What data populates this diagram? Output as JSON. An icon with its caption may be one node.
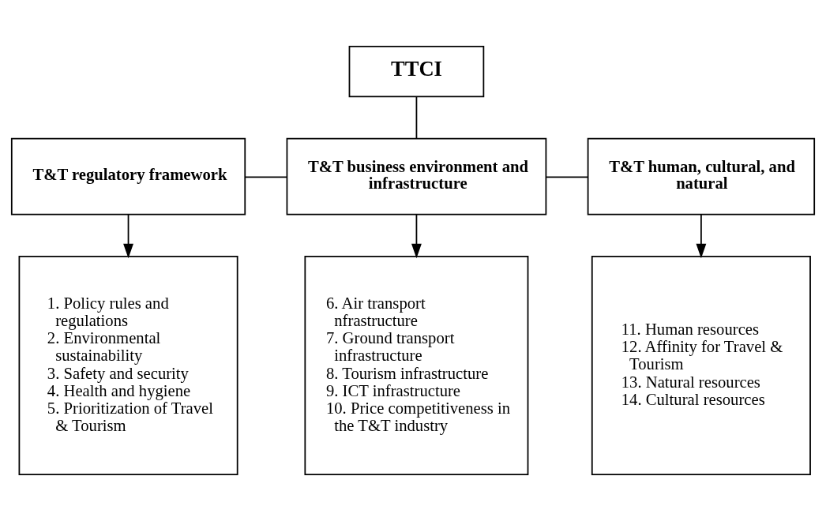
{
  "diagram": {
    "nodes": [
      {
        "text": [
          "TTCI"
        ]
      },
      {
        "text": [
          "T&T regulatory framework"
        ]
      },
      {
        "text": [
          "T&T business environment and infrastructure"
        ]
      },
      {
        "text": [
          "T&T human, cultural, and natural"
        ]
      },
      {
        "text": [
          "1. Policy rules and regulations",
          "2. Environmental sustainability",
          "3. Safety and security",
          "4. Health and hygiene",
          "5. Prioritization of Travel & Tourism"
        ]
      },
      {
        "text": [
          "6. Air transport nfrastructure",
          "7. Ground transport infrastructure",
          "8. Tourism infrastructure",
          "9. ICT infrastructure",
          "10. Price competitiveness in the T&T industry"
        ]
      },
      {
        "text": [
          "11. Human resources",
          "12. Affinity for Travel & Tourism",
          "13. Natural resources",
          "14. Cultural resources"
        ]
      }
    ],
    "edges": [
      {
        "from": 0,
        "to": 2,
        "arrow": "none"
      },
      {
        "from": 1,
        "to": 2,
        "arrow": "none"
      },
      {
        "from": 2,
        "to": 3,
        "arrow": "none"
      },
      {
        "from": 1,
        "to": 4,
        "arrow": "to"
      },
      {
        "from": 2,
        "to": 5,
        "arrow": "to"
      },
      {
        "from": 3,
        "to": 6,
        "arrow": "to"
      }
    ]
  }
}
